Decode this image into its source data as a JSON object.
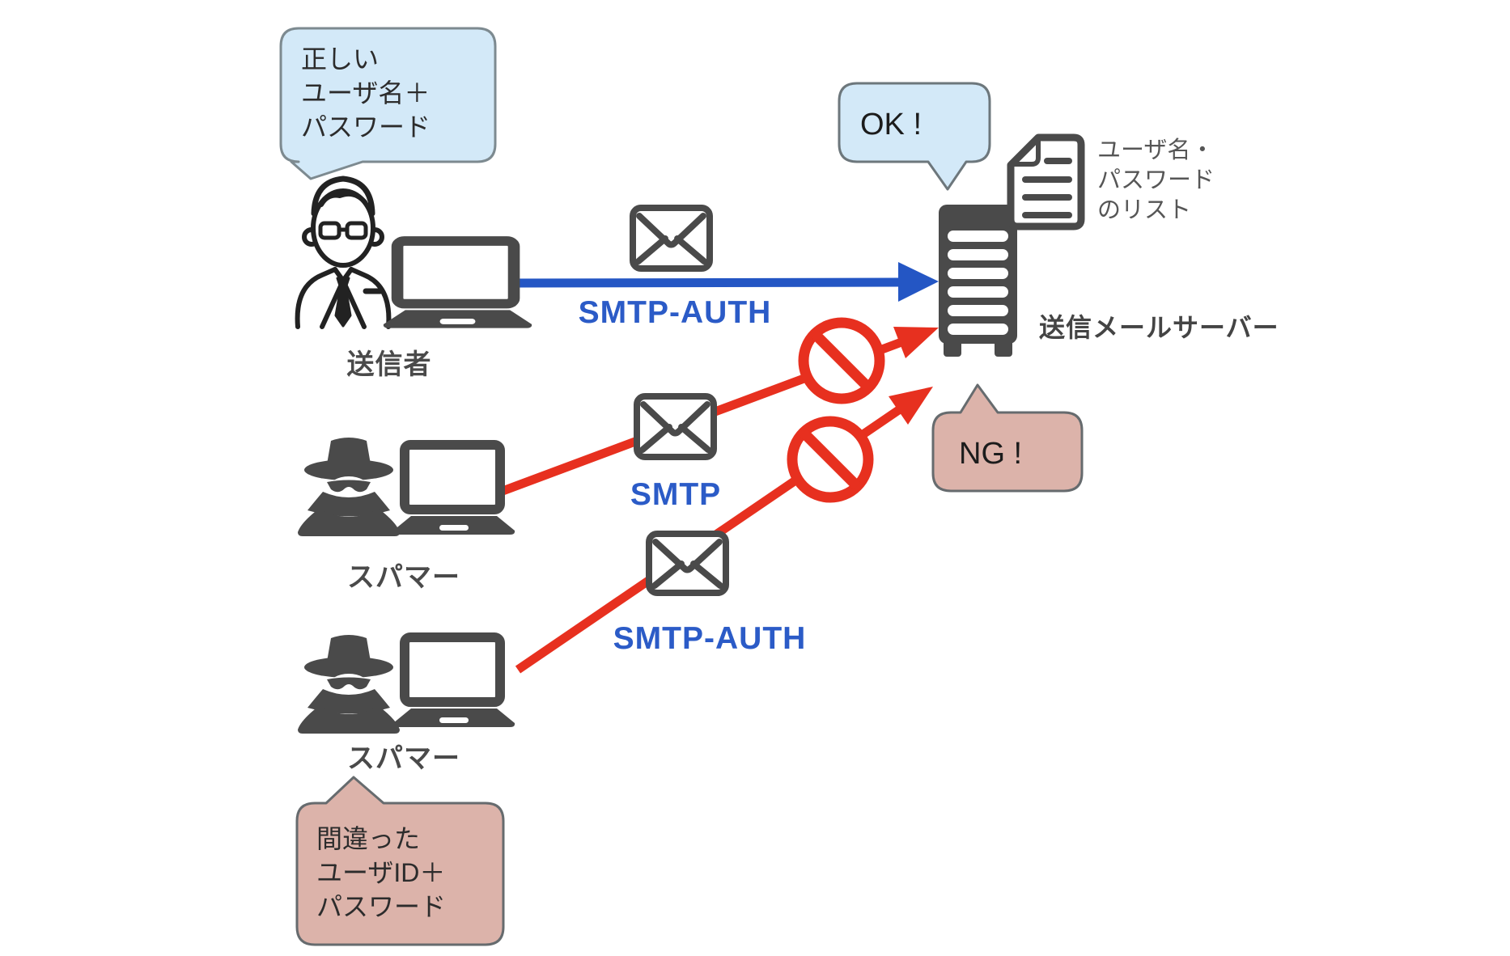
{
  "bubbles": {
    "correct_credentials": "正しい\nユーザ名＋\nパスワード",
    "ok": "OK !",
    "ng": "NG !",
    "wrong_credentials": "間違った\nユーザID＋\nパスワード"
  },
  "labels": {
    "sender": "送信者",
    "spammer1": "スパマー",
    "spammer2": "スパマー",
    "mail_server": "送信メールサーバー",
    "credentials_list": "ユーザ名・\nパスワード\nのリスト",
    "flow_auth_ok": "SMTP-AUTH",
    "flow_smtp": "SMTP",
    "flow_auth_ng": "SMTP-AUTH"
  },
  "colors": {
    "blue_arrow": "#2456c4",
    "blue_text": "#2b5bc7",
    "red": "#e7301f",
    "icon_gray": "#4a4a4a",
    "bubble_blue_fill": "#d3e9f8",
    "bubble_pink_fill": "#dcb3aa",
    "bubble_border": "#6d777c"
  }
}
